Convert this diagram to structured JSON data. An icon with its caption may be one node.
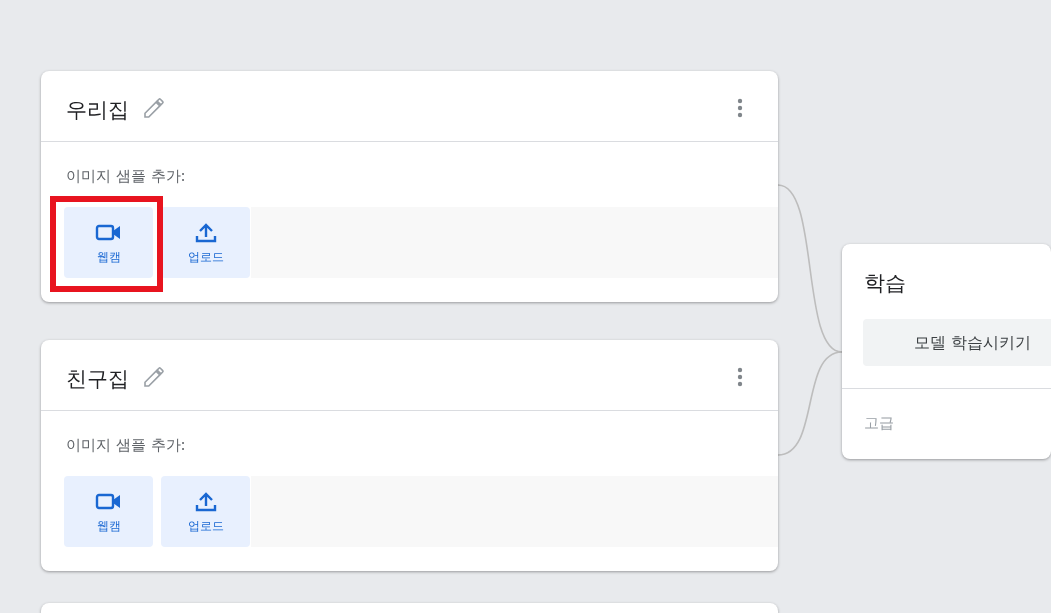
{
  "diagram": {
    "nodes": [
      {
        "text": [
          "우리집",
          "이미지 샘플 추가:"
        ]
      },
      {
        "text": [
          "웹캠"
        ],
        "in": 0
      },
      {
        "text": [
          "업로드"
        ],
        "in": 0
      },
      {
        "text": [
          "친구집",
          "이미지 샘플 추가:"
        ]
      },
      {
        "text": [
          "웹캠"
        ],
        "in": 3
      },
      {
        "text": [
          "업로드"
        ],
        "in": 3
      },
      {
        "text": [
          "학습",
          "고급"
        ]
      },
      {
        "text": [
          "모델 학습시키기"
        ],
        "in": 6
      }
    ],
    "edges": [
      {
        "from": 0,
        "to": 6,
        "arrow": "none"
      },
      {
        "from": 3,
        "to": 6,
        "arrow": "none"
      }
    ]
  }
}
